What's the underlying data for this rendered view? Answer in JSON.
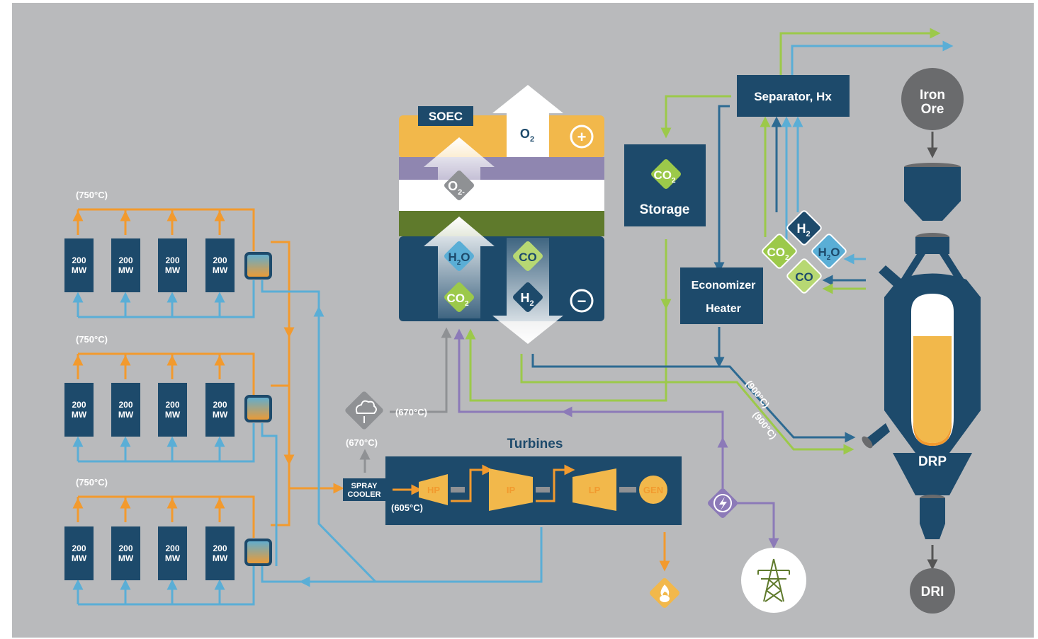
{
  "colors": {
    "background": "#b9babc",
    "navy": "#1d4a6b",
    "orange": "#f29a2e",
    "blue": "#5aaed6",
    "green": "#9cc94a",
    "purple": "#8c7ab8",
    "grey": "#8f9194",
    "soec_yellow": "#f2b84b",
    "soec_purple": "#8f86b0",
    "soec_green": "#5f7a2c"
  },
  "reactor_groups": [
    {
      "temp": "(750°C)",
      "modules": [
        {
          "top": "200",
          "bottom": "MW"
        },
        {
          "top": "200",
          "bottom": "MW"
        },
        {
          "top": "200",
          "bottom": "MW"
        },
        {
          "top": "200",
          "bottom": "MW"
        }
      ]
    },
    {
      "temp": "(750°C)",
      "modules": [
        {
          "top": "200",
          "bottom": "MW"
        },
        {
          "top": "200",
          "bottom": "MW"
        },
        {
          "top": "200",
          "bottom": "MW"
        },
        {
          "top": "200",
          "bottom": "MW"
        }
      ]
    },
    {
      "temp": "(750°C)",
      "modules": [
        {
          "top": "200",
          "bottom": "MW"
        },
        {
          "top": "200",
          "bottom": "MW"
        },
        {
          "top": "200",
          "bottom": "MW"
        },
        {
          "top": "200",
          "bottom": "MW"
        }
      ]
    }
  ],
  "soec": {
    "label": "SOEC",
    "o2": "O",
    "o2_sub": "2",
    "o2minus": "O",
    "o2minus_sub": "2-",
    "h2o": "H",
    "h2o_sub": "2",
    "h2o_end": "O",
    "co2": "CO",
    "co2_sub": "2",
    "co": "CO",
    "h2": "H",
    "h2_sub": "2",
    "plus": "+",
    "minus": "−"
  },
  "storage": {
    "co2": "CO",
    "co2_sub": "2",
    "label": "Storage"
  },
  "separator": {
    "label": "Separator, Hx"
  },
  "economizer": {
    "line1": "Economizer",
    "line2": "Heater"
  },
  "gas_mix": {
    "h2": "H",
    "h2_sub": "2",
    "co2": "CO",
    "co2_sub": "2",
    "h2o": "H",
    "h2o_sub": "2",
    "h2o_end": "O",
    "co": "CO"
  },
  "iron_ore": {
    "line1": "Iron",
    "line2": "Ore"
  },
  "drp": {
    "label": "DRP"
  },
  "dri": {
    "label": "DRI"
  },
  "steam_temp_1": "(670°C)",
  "steam_temp_2": "(670°C)",
  "spray_cooler": {
    "line1": "SPRAY",
    "line2": "COOLER"
  },
  "turbines": {
    "title": "Turbines",
    "hp": "HP",
    "ip": "IP",
    "lp": "LP",
    "gen": "GEN",
    "temp": "(605°C)"
  },
  "feed_temp_1": "(900°C)",
  "feed_temp_2": "(900°C)"
}
